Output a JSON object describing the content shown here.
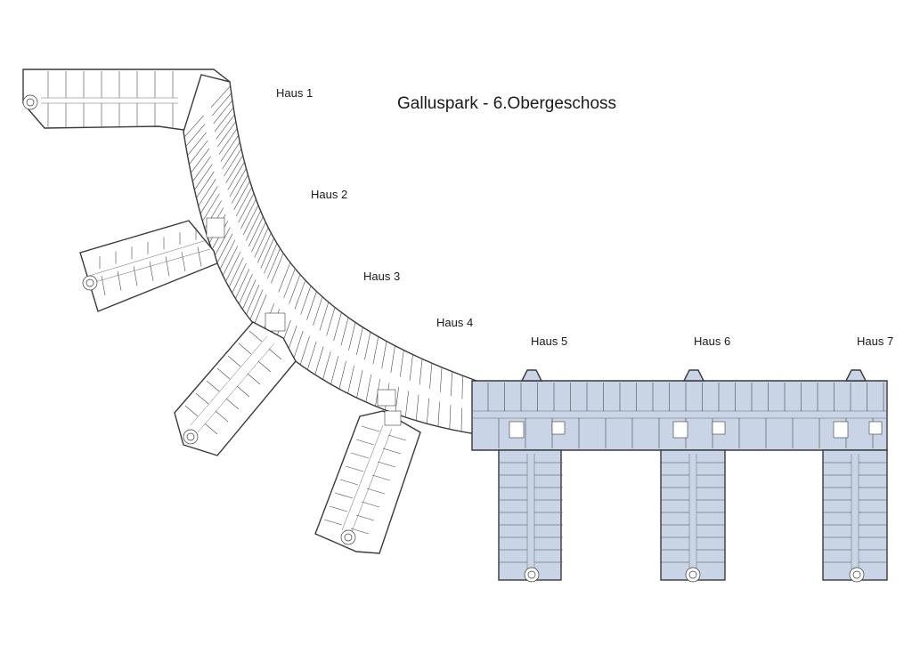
{
  "plan": {
    "title": "Galluspark - 6.Obergeschoss",
    "houses": [
      {
        "id": "h1",
        "label": "Haus 1",
        "leased": false
      },
      {
        "id": "h2",
        "label": "Haus 2",
        "leased": false
      },
      {
        "id": "h3",
        "label": "Haus 3",
        "leased": false
      },
      {
        "id": "h4",
        "label": "Haus 4",
        "leased": false
      },
      {
        "id": "h5",
        "label": "Haus 5",
        "leased": true
      },
      {
        "id": "h6",
        "label": "Haus 6",
        "leased": true
      },
      {
        "id": "h7",
        "label": "Haus 7",
        "leased": true
      }
    ],
    "colors": {
      "highlight_fill": "#c9d4e6",
      "plan_fill": "#ffffff",
      "wall_stroke": "#3a3a3a"
    }
  }
}
